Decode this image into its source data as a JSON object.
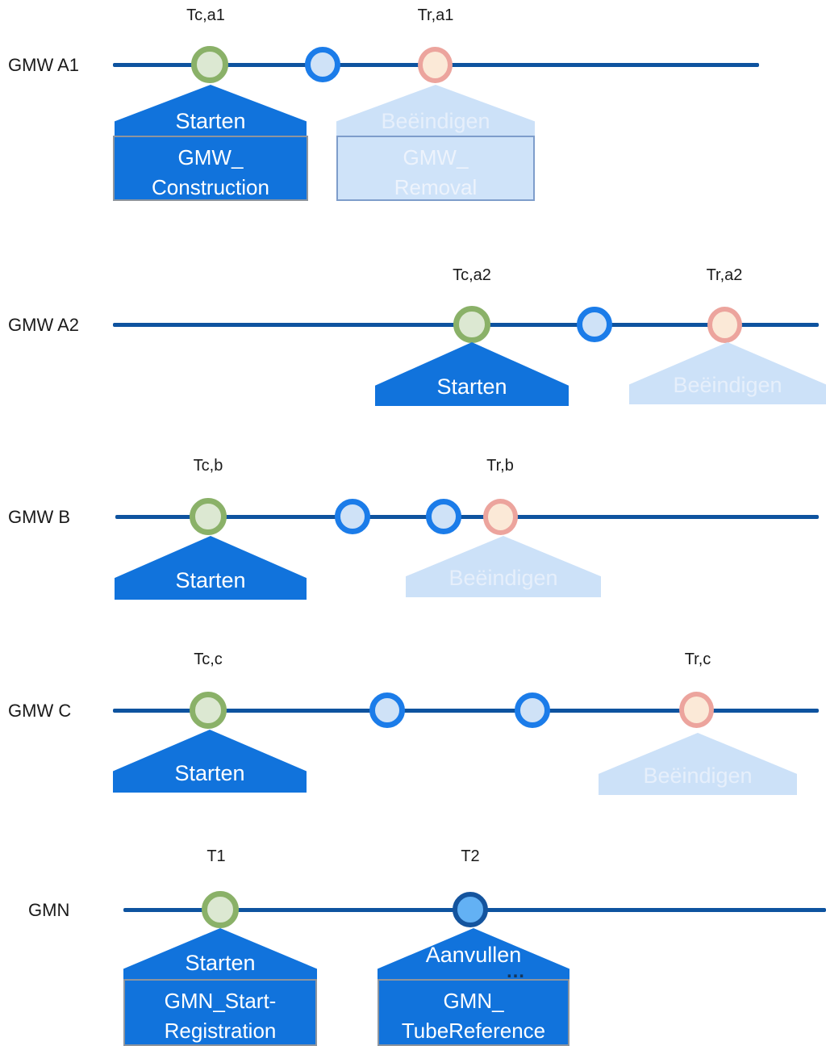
{
  "rows": [
    {
      "label": "GMW A1",
      "tag_start": "Tc,a1",
      "tag_end": "Tr,a1",
      "start_callout": {
        "title": "Starten",
        "box1": "GMW_",
        "box2": "Construction"
      },
      "end_callout": {
        "title": "Beëindigen",
        "box1": "GMW_",
        "box2": "Removal"
      }
    },
    {
      "label": "GMW A2",
      "tag_start": "Tc,a2",
      "tag_end": "Tr,a2",
      "start_callout": {
        "title": "Starten"
      },
      "end_callout": {
        "title": "Beëindigen"
      }
    },
    {
      "label": "GMW B",
      "tag_start": "Tc,b",
      "tag_end": "Tr,b",
      "start_callout": {
        "title": "Starten"
      },
      "end_callout": {
        "title": "Beëindigen"
      }
    },
    {
      "label": "GMW C",
      "tag_start": "Tc,c",
      "tag_end": "Tr,c",
      "start_callout": {
        "title": "Starten"
      },
      "end_callout": {
        "title": "Beëindigen"
      }
    },
    {
      "label": "GMN",
      "tag_start": "T1",
      "tag_end": "T2",
      "start_callout": {
        "title": "Starten",
        "box1": "GMN_Start-",
        "box2": "Registration"
      },
      "end_callout": {
        "title": "Aanvullen",
        "ellipsis": "…",
        "box1": "GMN_",
        "box2": "TubeReference"
      }
    }
  ],
  "colors": {
    "timeline": "#0E539F",
    "callout_dark": "#1173DC",
    "callout_light": "#CCE1F8",
    "event_construction_border": "#8AB168",
    "event_construction_fill": "#DCE8D2",
    "event_intermediate_border": "#1B7CE9",
    "event_intermediate_fill": "#CFE2F7",
    "event_removal_border": "#ECA49D",
    "event_removal_fill": "#FBE9D7",
    "event_tube_border": "#14549E",
    "event_tube_fill": "#63B1F4"
  }
}
